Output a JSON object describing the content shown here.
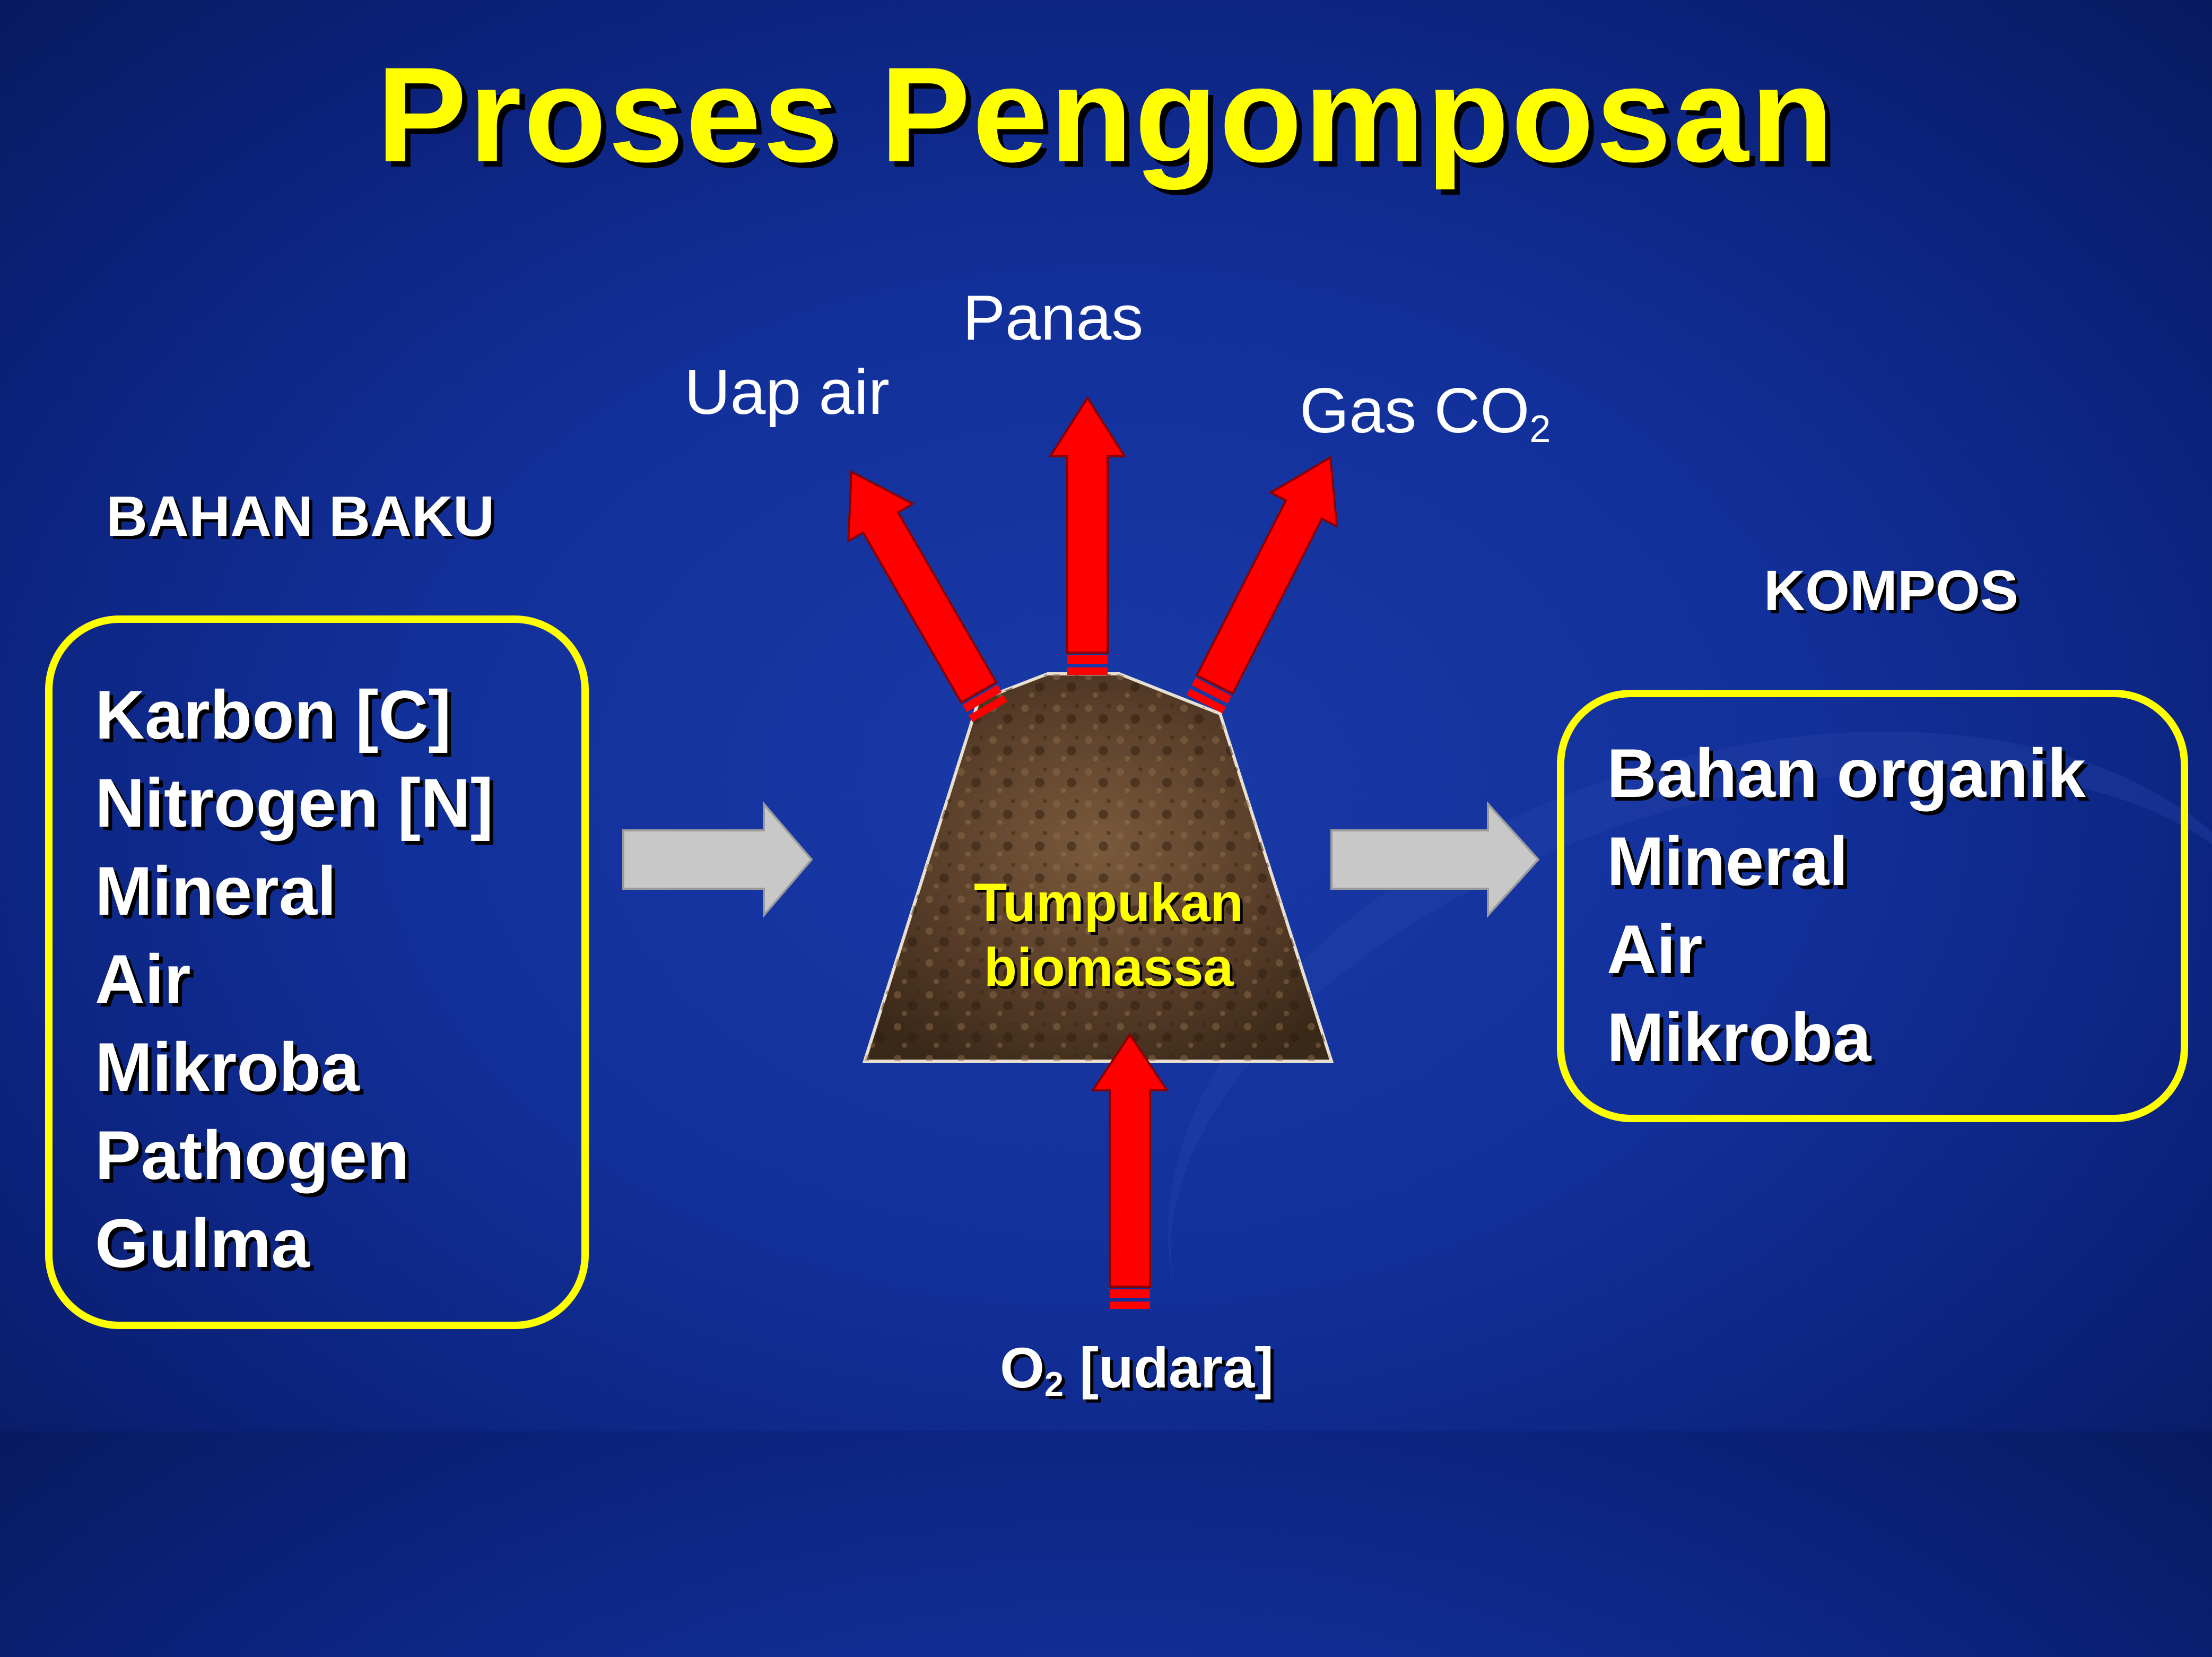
{
  "title": "Proses Pengomposan",
  "outputs": {
    "uap_air": "Uap air",
    "panas": "Panas",
    "gas_co2_prefix": "Gas CO",
    "gas_co2_sub": "2"
  },
  "bahan_baku": {
    "label": "BAHAN BAKU",
    "items": [
      "Karbon [C]",
      "Nitrogen [N]",
      "Mineral",
      "Air",
      "Mikroba",
      "Pathogen",
      "Gulma"
    ]
  },
  "heap": {
    "line1": "Tumpukan",
    "line2": "biomassa"
  },
  "kompos": {
    "label": "KOMPOS",
    "items": [
      "Bahan organik",
      "Mineral",
      "Air",
      "Mikroba"
    ]
  },
  "input_o2": {
    "prefix": "O",
    "sub": "2",
    "suffix": " [udara]"
  },
  "colors": {
    "title": "#ffff00",
    "box_border": "#ffff00",
    "arrow_red": "#ff0000",
    "arrow_gray": "#c8c8c8",
    "heap_fill": "#5a3f2a"
  }
}
